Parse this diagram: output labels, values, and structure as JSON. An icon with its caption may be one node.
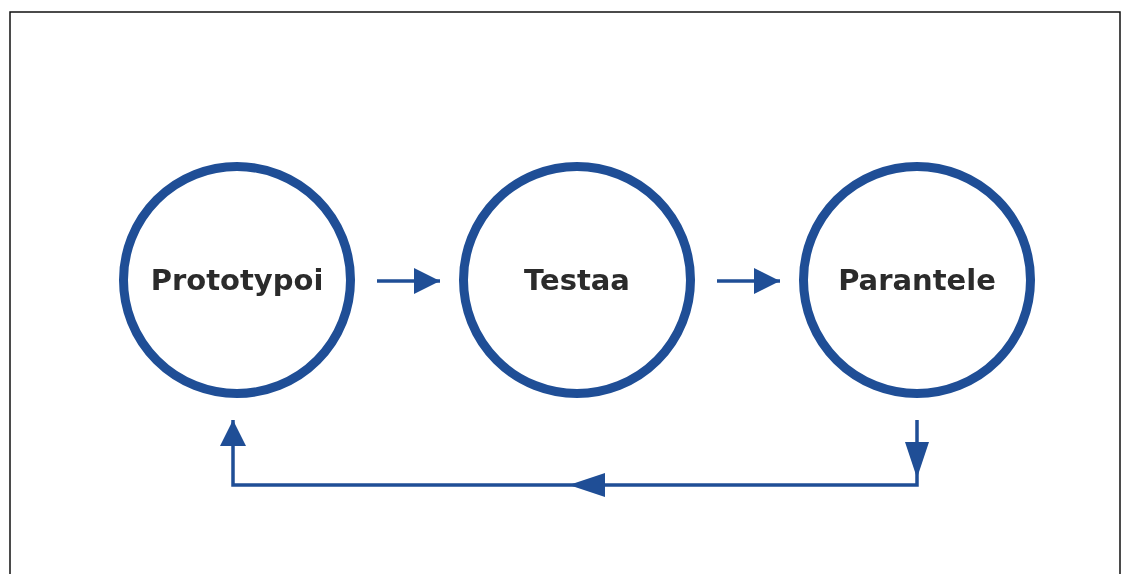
{
  "diagram": {
    "nodes": [
      {
        "text": [
          "Prototypoi"
        ]
      },
      {
        "text": [
          "Testaa"
        ]
      },
      {
        "text": [
          "Parantele"
        ]
      }
    ],
    "edges": [
      {
        "from": 0,
        "to": 1,
        "arrow": "to"
      },
      {
        "from": 1,
        "to": 2,
        "arrow": "to"
      },
      {
        "from": 2,
        "to": 0,
        "arrow": "to"
      }
    ]
  }
}
